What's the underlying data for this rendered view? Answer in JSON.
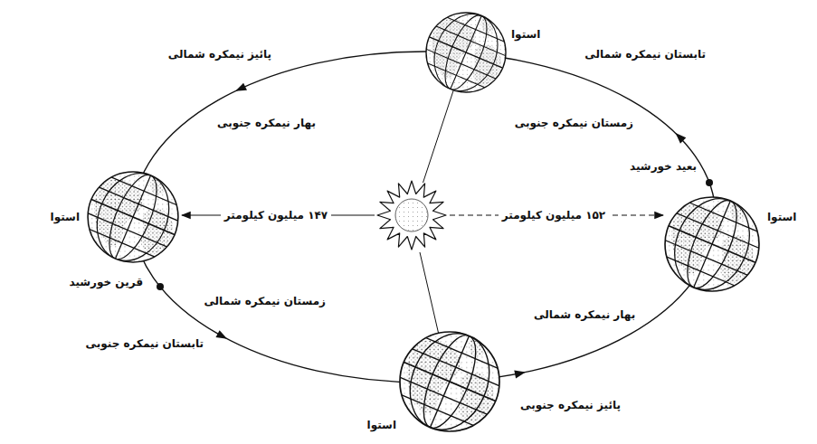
{
  "diagram": {
    "labels": [
      "پائیز نیمکره شمالی",
      "استوا",
      "تابستان نیمکره شمالی",
      "بهار نیمکره جنوبی",
      "زمستان نیمکره جنوبی",
      "بعید خورشید",
      "استوا",
      "۱۴۷ میلیون کیلومتر",
      "۱۵۲ میلیون کیلومتر",
      "استوا",
      "قرین خورشید",
      "زمستان نیمکره شمالی",
      "بهار نیمکره شمالی",
      "تابستان نیمکره جنوبی",
      "استوا",
      "پائیز نیمکره جنوبی"
    ]
  }
}
